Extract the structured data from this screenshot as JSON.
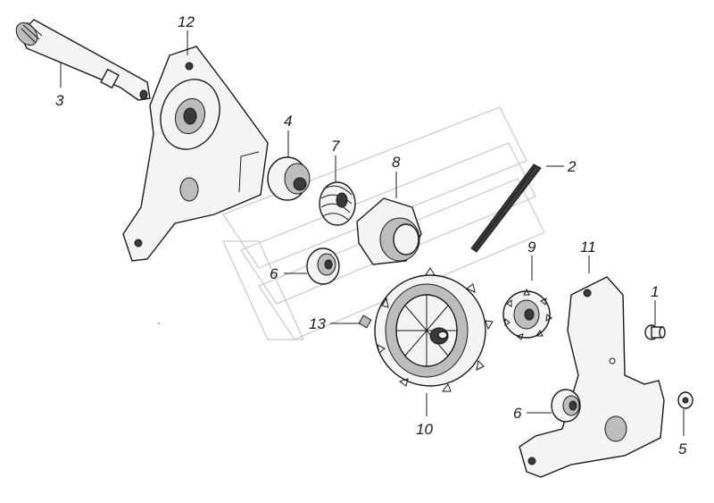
{
  "labels": {
    "part_1": "1",
    "part_2": "2",
    "part_3": "3",
    "part_4": "4",
    "part_5": "5",
    "part_6_upper": "6",
    "part_6_lower": "6",
    "part_7": "7",
    "part_8": "8",
    "part_9": "9",
    "part_10": "10",
    "part_11": "11",
    "part_12": "12",
    "part_13": "13"
  }
}
